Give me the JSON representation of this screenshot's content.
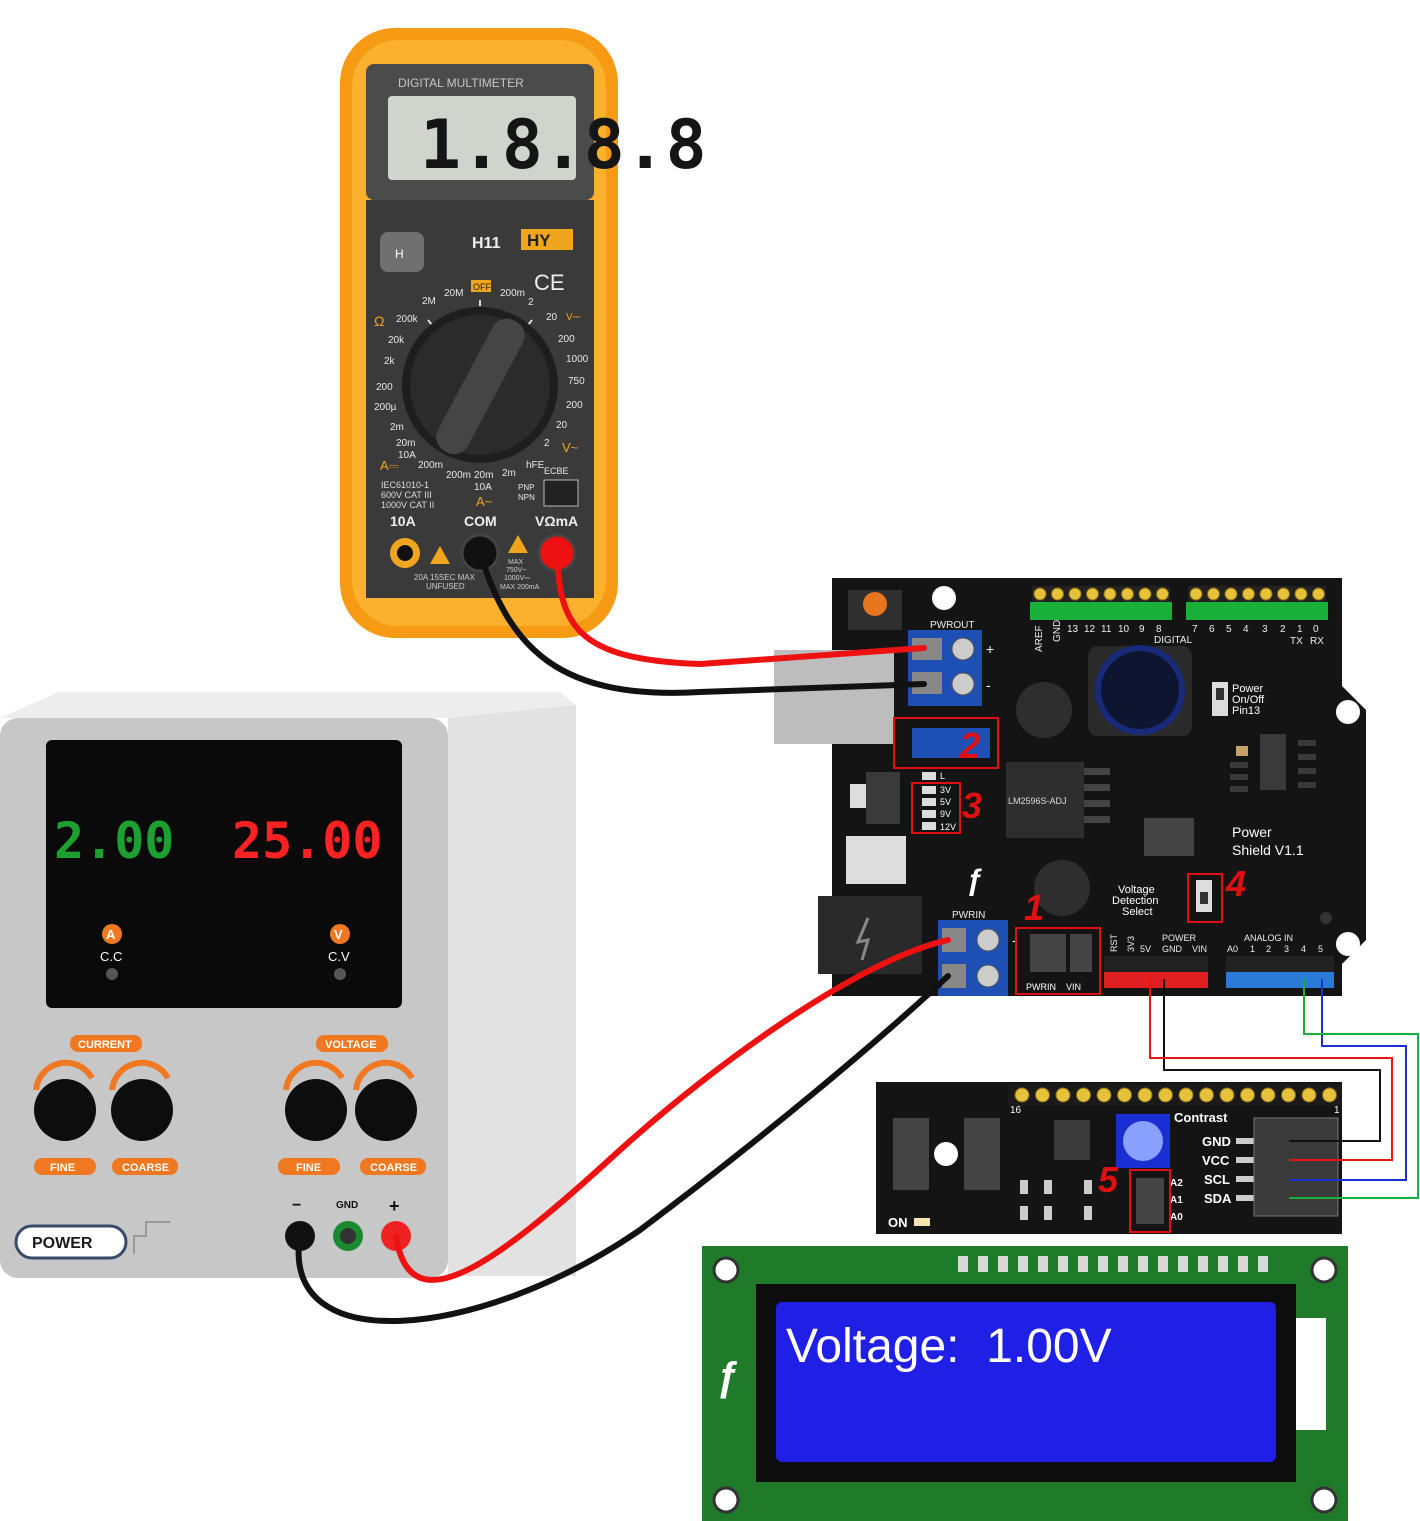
{
  "multimeter": {
    "title": "DIGITAL MULTIMETER",
    "display": "1.8.8.8",
    "model": "H11",
    "brand": "HY",
    "cert": "CE",
    "hold_label": "H",
    "off_label": "OFF",
    "dial_labels": {
      "r20m": "20M",
      "r2m": "2M",
      "r200m": "200m",
      "r2": "2",
      "r20v": "20",
      "v_dc": "V⎓",
      "ohm": "Ω",
      "r200k": "200k",
      "r20k": "20k",
      "r200": "200",
      "r1000": "1000",
      "r750": "750",
      "r200b": "200",
      "r20b": "20",
      "r2k": "2k",
      "r200a": "200",
      "r200u": "200µ",
      "r2m2": "2m",
      "r20m2": "20m",
      "r10a": "10A",
      "r200mb": "200m",
      "r200mc": "200m",
      "r20mb": "20m",
      "r10ab": "10A",
      "r2mb": "2m",
      "hfe": "hFE",
      "ecbe": "ECBE",
      "v_ac": "V~",
      "a_dc": "A⎓",
      "a_ac": "A~",
      "pnp": "PNP",
      "npn": "NPN",
      "r2b": "2"
    },
    "spec_lines": [
      "IEC61010-1",
      "600V CAT III",
      "1000V CAT II"
    ],
    "jack_labels": {
      "a10": "10A",
      "com": "COM",
      "vohm": "VΩmA"
    },
    "fuse_note": [
      "20A 15SEC MAX",
      "UNFUSED"
    ],
    "max_note": [
      "MAX",
      "750V~",
      "1000V⎓",
      "MAX 200mA"
    ]
  },
  "power_supply": {
    "current_reading": "2.00",
    "voltage_reading": "25.00",
    "current_unit": "A",
    "voltage_unit": "V",
    "cc_label": "C.C",
    "cv_label": "C.V",
    "current_knob_label": "CURRENT",
    "voltage_knob_label": "VOLTAGE",
    "fine_label": "FINE",
    "coarse_label": "COARSE",
    "power_button": "POWER",
    "minus": "−",
    "gnd": "GND",
    "plus": "+"
  },
  "shield": {
    "name_line1": "Power",
    "name_line2": "Shield V1.1",
    "pwrout": "PWROUT",
    "pwrin": "PWRIN",
    "plus": "+",
    "minus": "-",
    "regulator": "LM2596S-ADJ",
    "switch_label": [
      "Power",
      "On/Off",
      "Pin13"
    ],
    "detect_label": [
      "Voltage",
      "Detection",
      "Select"
    ],
    "jumper_labels": {
      "pwrin": "PWRIN",
      "vin": "VIN"
    },
    "led_labels": [
      "L",
      "3V",
      "5V",
      "9V",
      "12V"
    ],
    "digital_label": "DIGITAL",
    "digital_pins_left": [
      "AREF",
      "GND",
      "13",
      "12",
      "11",
      "10",
      "9",
      "8"
    ],
    "digital_pins_right": [
      "7",
      "6",
      "5",
      "4",
      "3",
      "2",
      "1",
      "0"
    ],
    "txrx": [
      "TX",
      "RX"
    ],
    "power_header_label": "POWER",
    "power_pins": [
      "RST",
      "3V3",
      "5V",
      "GND",
      "VIN"
    ],
    "analog_label": "ANALOG IN",
    "analog_pins": [
      "A0",
      "1",
      "2",
      "3",
      "4",
      "5"
    ]
  },
  "callouts": [
    "1",
    "2",
    "3",
    "4",
    "5"
  ],
  "i2c_backpack": {
    "pin16": "16",
    "pin1": "1",
    "contrast": "Contrast",
    "pins": [
      "GND",
      "VCC",
      "SCL",
      "SDA"
    ],
    "addr": [
      "A2",
      "A1",
      "A0"
    ],
    "on_label": "ON"
  },
  "lcd": {
    "text": "Voltage:  1.00V"
  },
  "colors": {
    "red_wire": "#ee1111",
    "black_wire": "#111111",
    "blue_wire": "#1c2fd1",
    "green_wire": "#19b03a",
    "callout": "#e01010",
    "lcd_blue": "#1f1fe6",
    "lcd_green": "#1f7a2a",
    "board": "#141414",
    "multimeter_orange": "#f7a31c"
  }
}
